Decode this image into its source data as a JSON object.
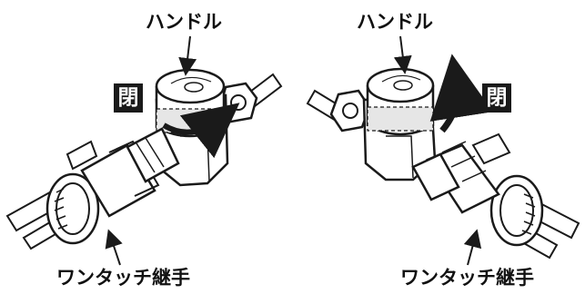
{
  "left": {
    "handle_label": "ハンドル",
    "state_label": "閉",
    "fitting_label": "ワンタッチ継手"
  },
  "right": {
    "handle_label": "ハンドル",
    "state_label": "閉",
    "fitting_label": "ワンタッチ継手"
  },
  "colors": {
    "line": "#1a1a1a",
    "metal": "#ffffff",
    "shade": "#d9d9d9",
    "badge": "#1a1a1a"
  }
}
